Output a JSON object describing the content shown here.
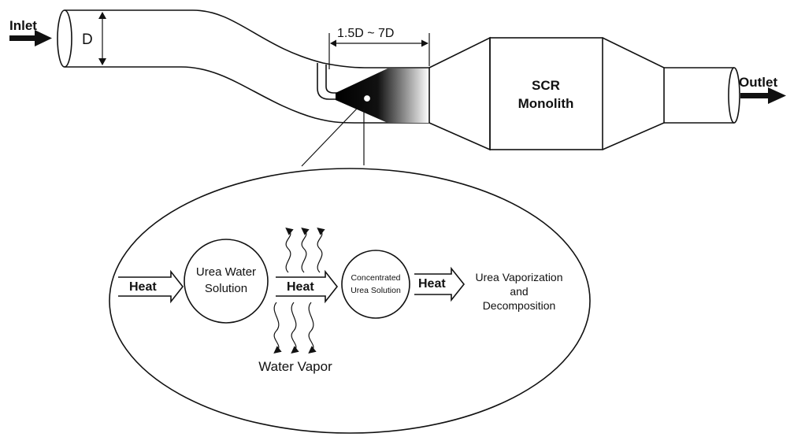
{
  "labels": {
    "inlet": "Inlet",
    "outlet": "Outlet",
    "diameter": "D",
    "spacing": "1.5D ~ 7D",
    "scr_line1": "SCR",
    "scr_line2": "Monolith",
    "heat": "Heat",
    "urea_water_line1": "Urea Water",
    "urea_water_line2": "Solution",
    "concentrated_line1": "Concentrated",
    "concentrated_line2": "Urea Solution",
    "vaporization_line1": "Urea Vaporization",
    "vaporization_line2": "and",
    "vaporization_line3": "Decomposition",
    "water_vapor": "Water Vapor"
  },
  "colors": {
    "stroke": "#111111",
    "spray_dark": "#000000",
    "spray_light": "#ffffff",
    "background": "#ffffff"
  }
}
